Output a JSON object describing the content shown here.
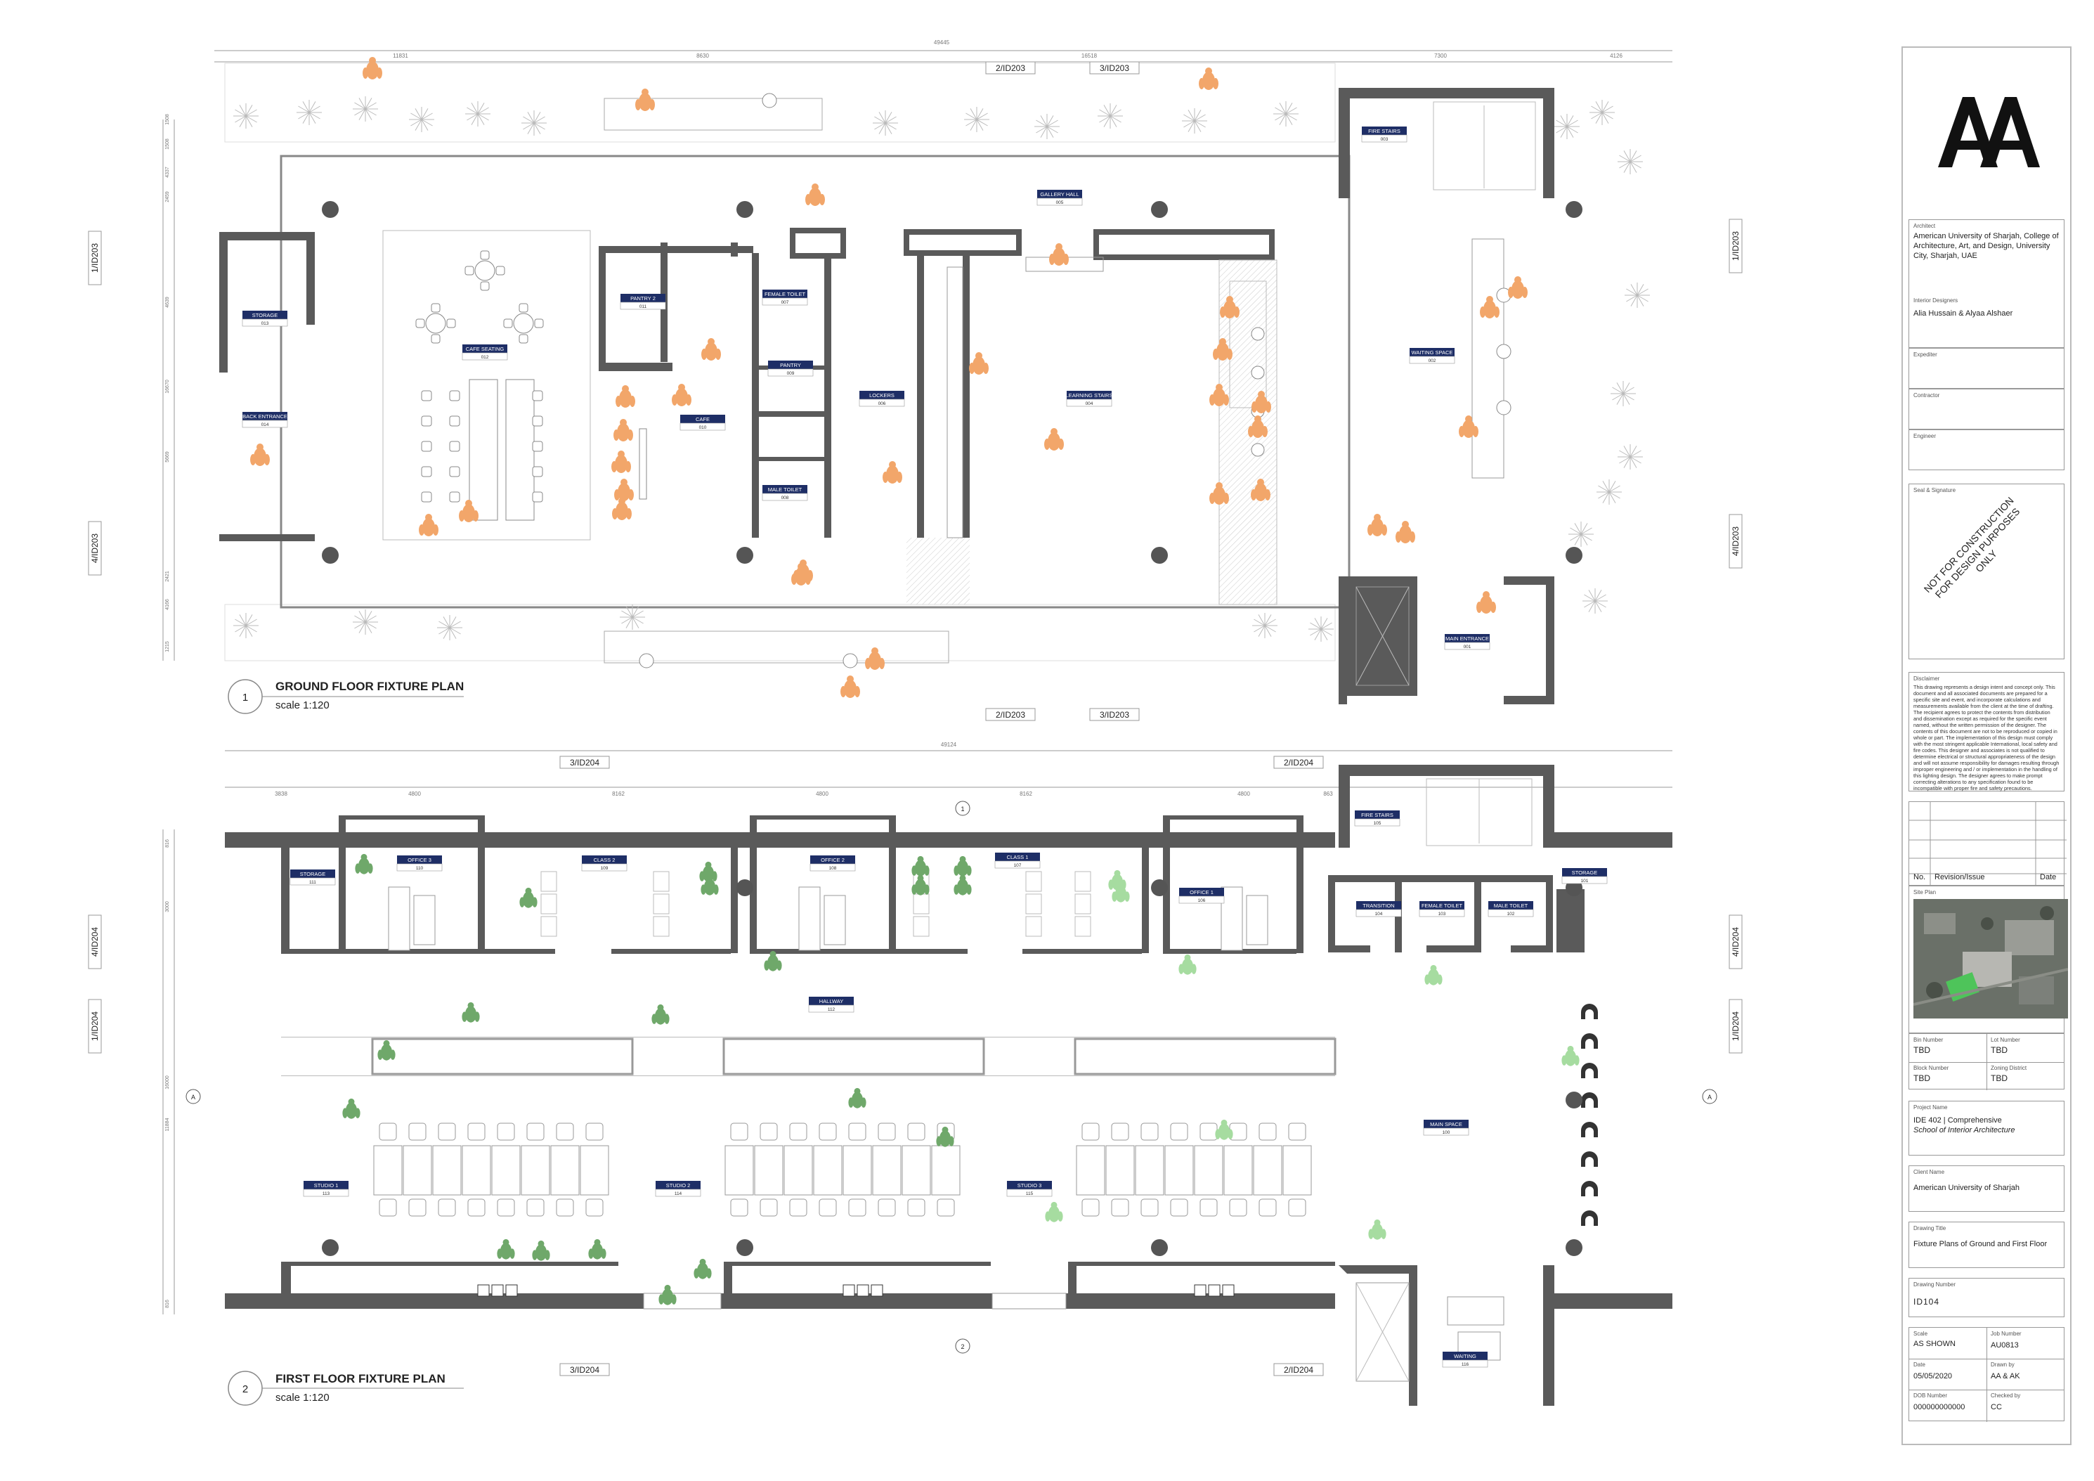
{
  "drawing_1": {
    "number": "1",
    "title": "GROUND FLOOR FIXTURE PLAN",
    "scale": "scale 1:120",
    "overall_dim": "49445",
    "top_dims": [
      "11831",
      "8630",
      "16518",
      "7300",
      "4126"
    ],
    "left_dims": [
      "1508",
      "1508",
      "4337",
      "2459",
      "4639",
      "16670",
      "5669",
      "2421",
      "4166",
      "1215"
    ],
    "section_refs": [
      "2/ID203",
      "3/ID203",
      "2/ID203",
      "3/ID203"
    ],
    "elevation_refs": [
      "1/ID203",
      "4/ID203",
      "1/ID203",
      "4/ID203"
    ],
    "rooms": [
      {
        "name": "FIRE STAIRS",
        "num": "003"
      },
      {
        "name": "GALLERY HALL",
        "num": "005"
      },
      {
        "name": "STORAGE",
        "num": "013"
      },
      {
        "name": "PANTRY 2",
        "num": "011"
      },
      {
        "name": "FEMALE TOILET",
        "num": "007"
      },
      {
        "name": "WAITING SPACE",
        "num": "002"
      },
      {
        "name": "CAFE SEATING",
        "num": "012"
      },
      {
        "name": "PANTRY",
        "num": "009"
      },
      {
        "name": "LOCKERS",
        "num": "006"
      },
      {
        "name": "LEARNING STAIRS",
        "num": "004"
      },
      {
        "name": "BACK ENTRANCE",
        "num": "014"
      },
      {
        "name": "CAFE",
        "num": "010"
      },
      {
        "name": "MALE TOILET",
        "num": "008"
      },
      {
        "name": "MAIN ENTRANCE",
        "num": "001"
      }
    ]
  },
  "drawing_2": {
    "number": "2",
    "title": "FIRST FLOOR FIXTURE PLAN",
    "scale": "scale 1:120",
    "overall_dim": "49124",
    "top_dims": [
      "3838",
      "4800",
      "8162",
      "4800",
      "8162",
      "4800",
      "863"
    ],
    "left_dims": [
      "816",
      "3000",
      "16000",
      "11884",
      "816"
    ],
    "section_refs": [
      "3/ID204",
      "2/ID204",
      "3/ID204",
      "2/ID204"
    ],
    "elevation_refs": [
      "4/ID204",
      "1/ID204",
      "4/ID204",
      "1/ID204"
    ],
    "markers": [
      "1",
      "A",
      "A",
      "2"
    ],
    "rooms": [
      {
        "name": "STORAGE",
        "num": "111"
      },
      {
        "name": "OFFICE 3",
        "num": "110"
      },
      {
        "name": "CLASS 2",
        "num": "109"
      },
      {
        "name": "OFFICE 2",
        "num": "108"
      },
      {
        "name": "CLASS 1",
        "num": "107"
      },
      {
        "name": "OFFICE 1",
        "num": "106"
      },
      {
        "name": "FIRE STAIRS",
        "num": "105"
      },
      {
        "name": "TRANSITION",
        "num": "104"
      },
      {
        "name": "FEMALE TOILET",
        "num": "103"
      },
      {
        "name": "MALE TOILET",
        "num": "102"
      },
      {
        "name": "STORAGE",
        "num": "101"
      },
      {
        "name": "HALLWAY",
        "num": "112"
      },
      {
        "name": "MAIN SPACE",
        "num": "100"
      },
      {
        "name": "STUDIO 1",
        "num": "113"
      },
      {
        "name": "STUDIO 2",
        "num": "114"
      },
      {
        "name": "STUDIO 3",
        "num": "115"
      },
      {
        "name": "WAITING",
        "num": "116"
      }
    ]
  },
  "title_block": {
    "architect_label": "Architect",
    "architect": "American University of Sharjah, College of Architecture, Art, and Design, University City, Sharjah, UAE",
    "designers_label": "Interior Designers",
    "designers": "Alia Hussain & Alyaa Alshaer",
    "expediter_label": "Expediter",
    "contractor_label": "Contractor",
    "engineer_label": "Engineer",
    "seal_label": "Seal & Signature",
    "stamp_line1": "NOT FOR CONSTRUCTION",
    "stamp_line2": "FOR DESIGN PURPOSES ONLY",
    "disclaimer_label": "Disclaimer",
    "disclaimer": "This drawing represents a design intent and concept only. This document and all associated documents are prepared for a specific site and event, and incorporate calculations and measurements available from the client at the time of drafting. The recipient agrees to protect the contents from distribution and dissemination except as required for the specific event named, without the written permission of the designer. The contents of this document are not to be reproduced or copied in whole or part. The implementation of this design must comply with the most stringent applicable International, local safety and fire codes. This designer and associates is not qualified to determine electrical or structural appropriateness of the design and will not assume responsibility for damages resulting through improper engineering and / or implementation in the handling of this lighting design. The designer agrees to make prompt correcting alterations to any specification found to be incompatible with proper fire and safety precautions.",
    "rev_no": "No.",
    "rev_issue": "Revision/Issue",
    "rev_date": "Date",
    "site_plan_label": "Site Plan",
    "bin_label": "Bin Number",
    "bin": "TBD",
    "lot_label": "Lot Number",
    "lot": "TBD",
    "block_label": "Block Number",
    "block": "TBD",
    "zoning_label": "Zoning District",
    "zoning": "TBD",
    "project_label": "Project Name",
    "project_1": "IDE 402 | Comprehensive",
    "project_2": "School of Interior Architecture",
    "client_label": "Client Name",
    "client": "American University of Sharjah",
    "drawing_title_label": "Drawing Title",
    "drawing_title": "Fixture Plans of Ground and First Floor",
    "drawing_number_label": "Drawing Number",
    "drawing_number": "ID104",
    "scale_label": "Scale",
    "scale": "AS SHOWN",
    "job_label": "Job Number",
    "job": "AU0813",
    "date_label": "Date",
    "date": "05/05/2020",
    "drawn_label": "Drawn by",
    "drawn": "AA & AK",
    "dob_label": "DOB Number",
    "dob": "000000000000",
    "checked_label": "Checked by",
    "checked": "CC"
  },
  "colors": {
    "wall": "#5a5a5a",
    "tag": "#1e2e66",
    "people_ground": "#f2a66a",
    "people_first": "#6fa86a",
    "people_first_light": "#a6dca0",
    "line": "#999999"
  }
}
